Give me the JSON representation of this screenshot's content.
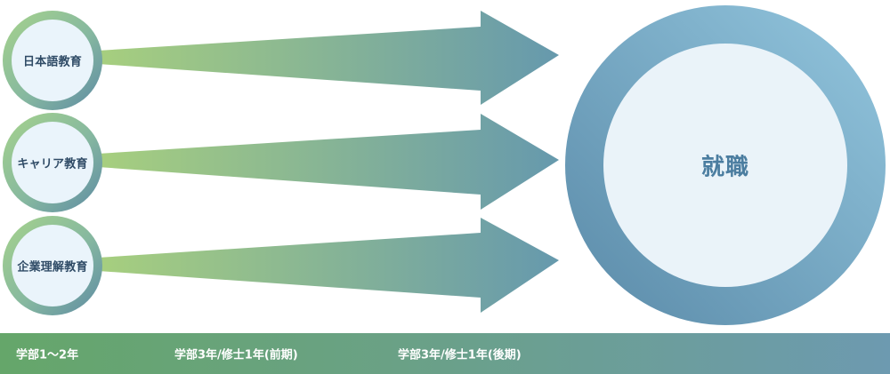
{
  "nodes": [
    {
      "label": "日本語教育"
    },
    {
      "label": "キャリア教育"
    },
    {
      "label": "企業理解教育"
    }
  ],
  "target": {
    "label": "就職"
  },
  "timeline": {
    "phases": [
      {
        "label": "学部1〜2年"
      },
      {
        "label": "学部3年/修士1年(前期)"
      },
      {
        "label": "学部3年/修士1年(後期)"
      }
    ]
  },
  "colors": {
    "arrow_start": "#a7cf7e",
    "arrow_end": "#6699ad",
    "circle_ring_light": "#9bd0a6",
    "circle_ring_dark": "#5d8aa3",
    "circle_fill": "#eaf4fb",
    "target_ring_dark": "#5f8fab",
    "target_ring_light": "#8ec2db",
    "target_fill": "#eaf3f9",
    "timeline_start": "#65a66a",
    "timeline_end": "#6d9ab0"
  }
}
